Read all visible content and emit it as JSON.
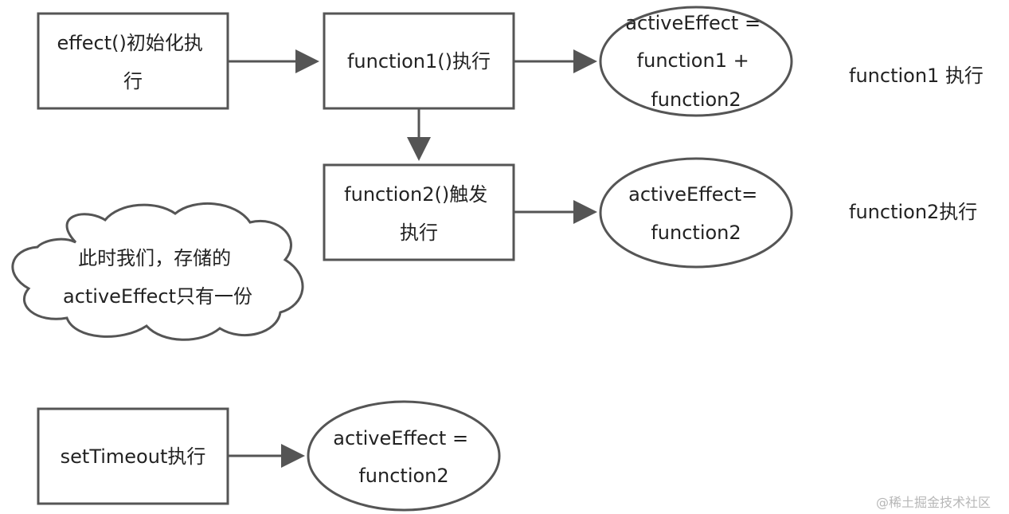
{
  "nodes": {
    "effect_init": {
      "lines": [
        "effect()初始化执",
        "行"
      ]
    },
    "function1_exec": {
      "lines": [
        "function1()执行"
      ]
    },
    "active_effect_1": {
      "lines": [
        "activeEffect =",
        "function1 +",
        "function2"
      ]
    },
    "function2_trigger": {
      "lines": [
        "function2()触发",
        "执行"
      ]
    },
    "active_effect_2": {
      "lines": [
        "activeEffect=",
        "function2"
      ]
    },
    "cloud_note": {
      "lines": [
        "此时我们，存储的",
        "activeEffect只有一份"
      ]
    },
    "settimeout_exec": {
      "lines": [
        "setTimeout执行"
      ]
    },
    "active_effect_3": {
      "lines": [
        "activeEffect =",
        "function2"
      ]
    }
  },
  "side_labels": {
    "function1_label": "function1 执行",
    "function2_label": "function2执行"
  },
  "watermark": "@稀土掘金技术社区",
  "colors": {
    "stroke": "#555555",
    "text": "#222222",
    "background": "#ffffff",
    "watermark": "#b7b7b7"
  }
}
